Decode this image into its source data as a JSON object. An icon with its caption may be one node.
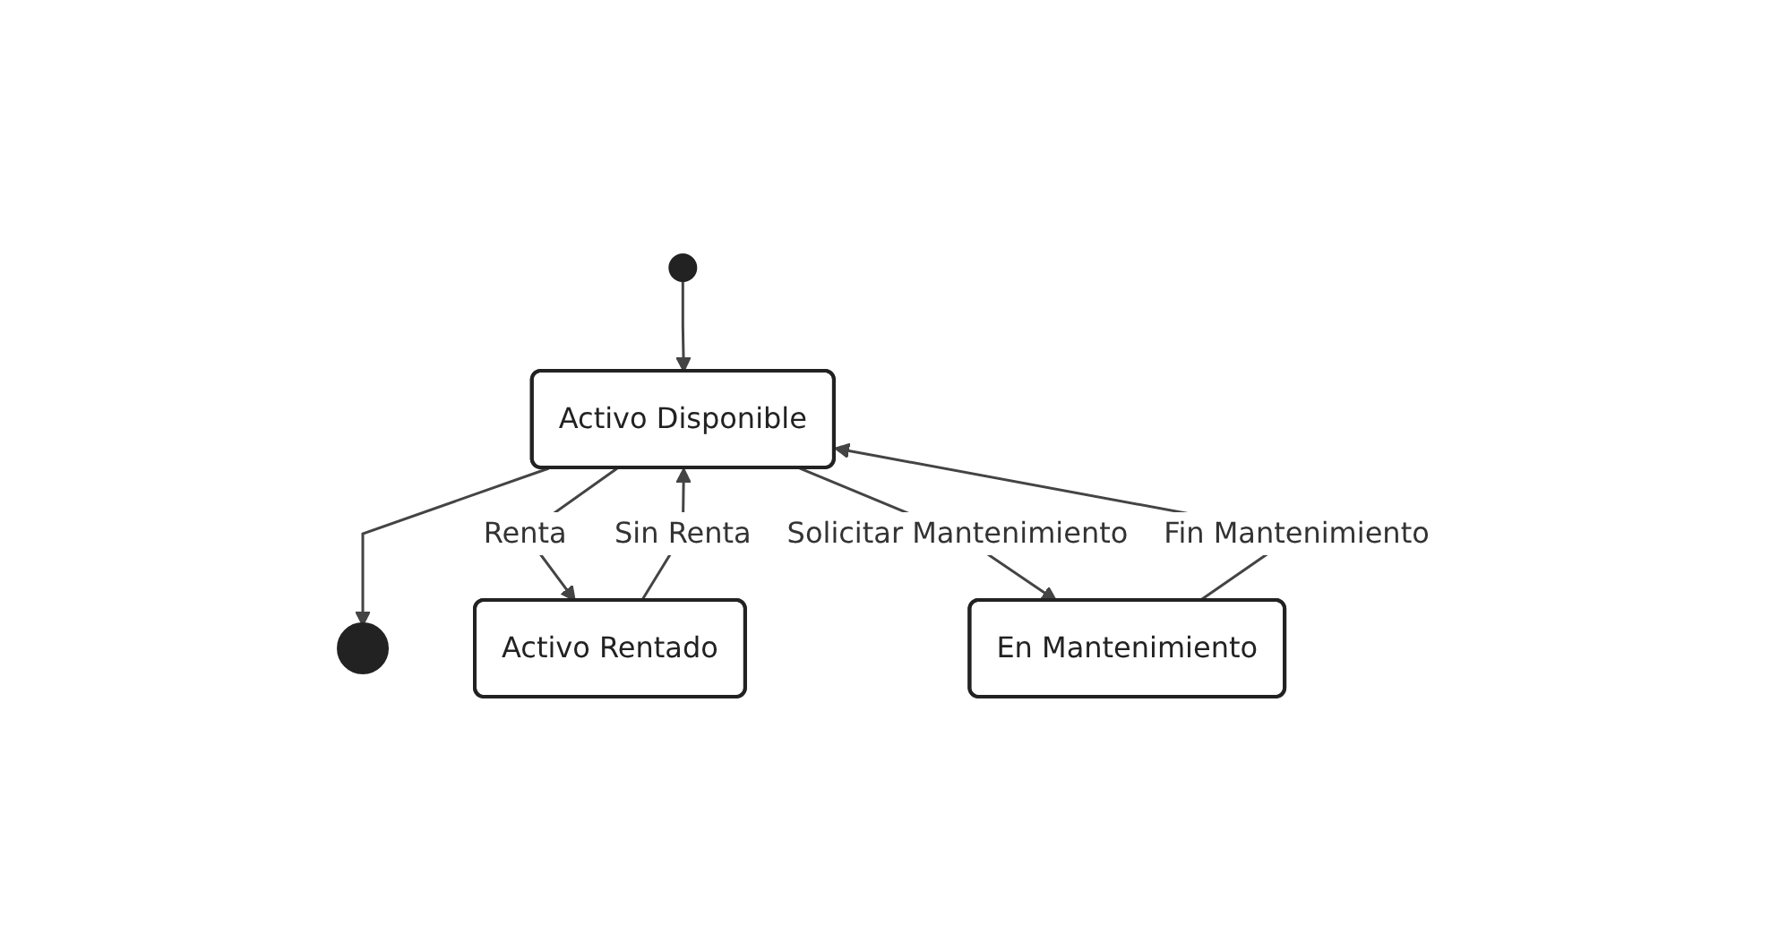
{
  "diagram": {
    "nodes": [
      {
        "text": [],
        "shape": "circle"
      },
      {
        "text": [
          "Activo Disponible"
        ]
      },
      {
        "text": [],
        "shape": "circle"
      },
      {
        "text": [
          "Activo Rentado"
        ]
      },
      {
        "text": [
          "En Mantenimiento"
        ]
      }
    ],
    "edges": [
      {
        "from": 0,
        "to": 1,
        "arrow": "to"
      },
      {
        "from": 1,
        "to": 2,
        "arrow": "to"
      },
      {
        "from": 1,
        "to": 3,
        "arrow": "to",
        "label": "Renta"
      },
      {
        "from": 3,
        "to": 1,
        "arrow": "to",
        "label": "Sin Renta"
      },
      {
        "from": 1,
        "to": 4,
        "arrow": "to",
        "label": "Solicitar Mantenimiento"
      },
      {
        "from": 4,
        "to": 1,
        "arrow": "to",
        "label": "Fin Mantenimiento"
      }
    ]
  }
}
